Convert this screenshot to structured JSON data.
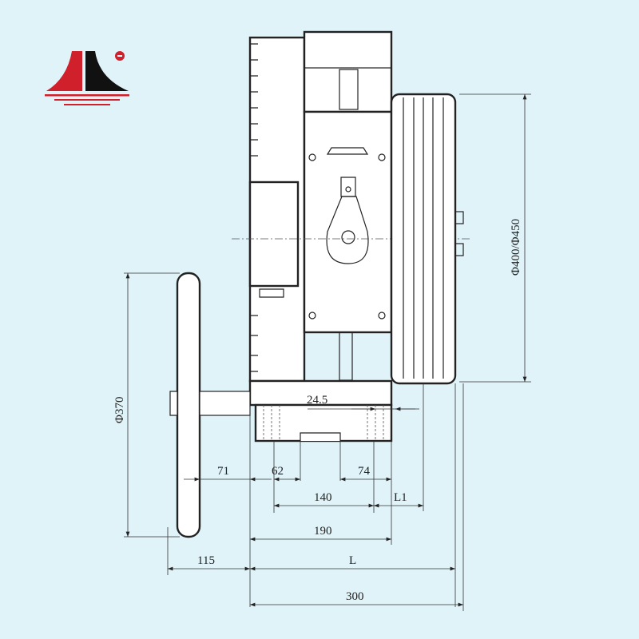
{
  "logo": {
    "name": "company-logo",
    "accent_red": "#d0202c",
    "accent_black": "#111111"
  },
  "dimensions": {
    "d_fan": "Φ370",
    "d_sheave": "Φ400/Φ450",
    "d_24_5": "24.5",
    "d_71": "71",
    "d_62": "62",
    "d_74": "74",
    "d_140": "140",
    "d_l1": "L1",
    "d_190": "190",
    "d_115": "115",
    "d_l": "L",
    "d_300": "300"
  }
}
